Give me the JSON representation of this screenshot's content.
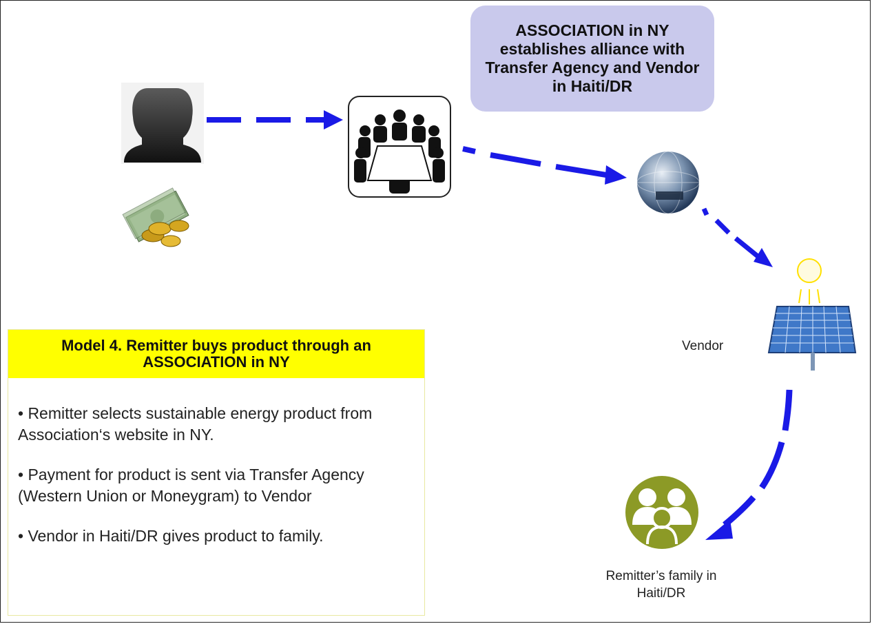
{
  "callout": {
    "text": "ASSOCIATION  in NY establishes alliance with Transfer Agency and Vendor in Haiti/DR"
  },
  "model": {
    "title": "Model 4. Remitter buys product through an ASSOCIATION  in NY",
    "bullets": [
      "• Remitter selects sustainable energy product from Association‘s website in NY.",
      "• Payment for product  is sent via Transfer Agency (Western Union or Moneygram) to Vendor",
      "• Vendor in Haiti/DR gives product to family."
    ]
  },
  "labels": {
    "vendor": "Vendor",
    "family": "Remitter’s family in Haiti/DR"
  },
  "colors": {
    "arrow": "#1a1ae6",
    "callout_bg": "#c9c9ec",
    "title_bg": "#ffff00",
    "family_icon": "#8c9a26",
    "sun": "#ffe000",
    "panel": "#3f78c8"
  },
  "icons": [
    "remitter-person-icon",
    "money-icon",
    "meeting-association-icon",
    "globe-transfer-icon",
    "solar-panel-icon",
    "sun-icon",
    "family-icon"
  ]
}
